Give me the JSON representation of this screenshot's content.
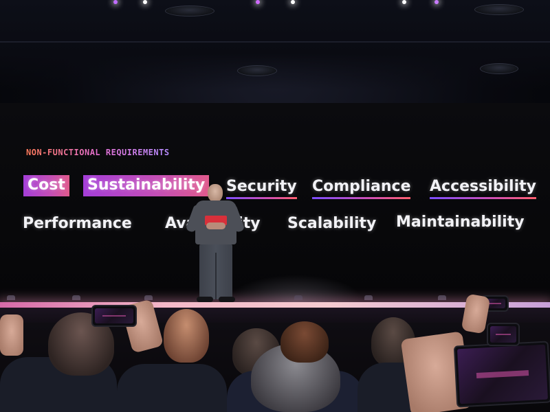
{
  "slide": {
    "kicker": "NON-FUNCTIONAL REQUIREMENTS",
    "row1": [
      "Cost",
      "Sustainability",
      "Security",
      "Compliance",
      "Accessibility"
    ],
    "row2": [
      "Performance",
      "Availability",
      "Scalability",
      "Maintainability"
    ],
    "highlighted_terms": [
      "Cost",
      "Sustainability"
    ],
    "underlined_terms": [
      "Security",
      "Compliance",
      "Accessibility"
    ]
  },
  "colors": {
    "highlight_gradient": [
      "#a43ed8",
      "#e05a8c"
    ],
    "kicker_gradient": [
      "#ff7a59",
      "#b58cff"
    ],
    "stage_edge": "#f4b8c8"
  },
  "presenter": {
    "shirt_logo_color": "#d8303a"
  }
}
